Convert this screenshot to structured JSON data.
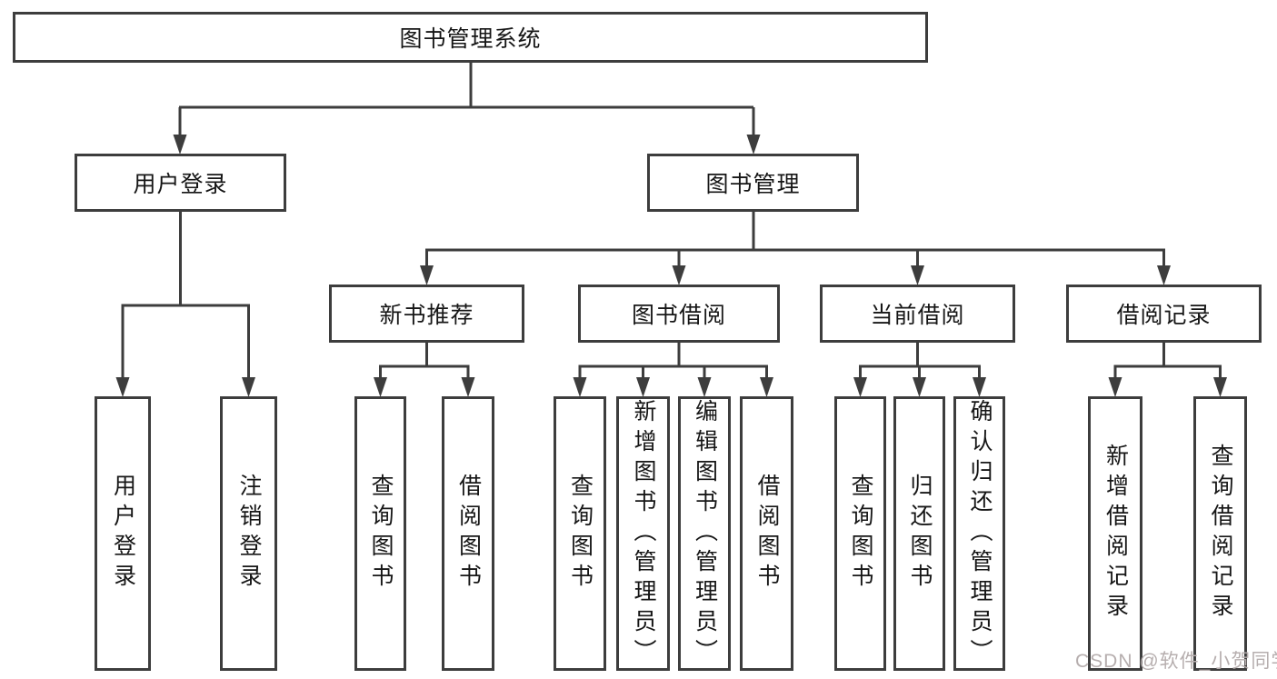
{
  "tree": {
    "root": {
      "label": "图书管理系统",
      "children": [
        {
          "label": "用户登录",
          "children": [
            {
              "label": "用户登录"
            },
            {
              "label": "注销登录"
            }
          ]
        },
        {
          "label": "图书管理",
          "children": [
            {
              "label": "新书推荐",
              "children": [
                {
                  "label": "查询图书"
                },
                {
                  "label": "借阅图书"
                }
              ]
            },
            {
              "label": "图书借阅",
              "children": [
                {
                  "label": "查询图书"
                },
                {
                  "label": "新增图书（管理员）"
                },
                {
                  "label": "编辑图书（管理员）"
                },
                {
                  "label": "借阅图书"
                }
              ]
            },
            {
              "label": "当前借阅",
              "children": [
                {
                  "label": "查询图书"
                },
                {
                  "label": "归还图书"
                },
                {
                  "label": "确认归还（管理员）"
                }
              ]
            },
            {
              "label": "借阅记录",
              "children": [
                {
                  "label": "新增借阅记录"
                },
                {
                  "label": "查询借阅记录"
                }
              ]
            }
          ]
        }
      ]
    }
  },
  "watermark": {
    "text": "CSDN @软件_小贺同学"
  },
  "colors": {
    "line": "#3d3d3d",
    "text": "#161616",
    "watermark": "#b6aeae",
    "background": "#ffffff"
  }
}
